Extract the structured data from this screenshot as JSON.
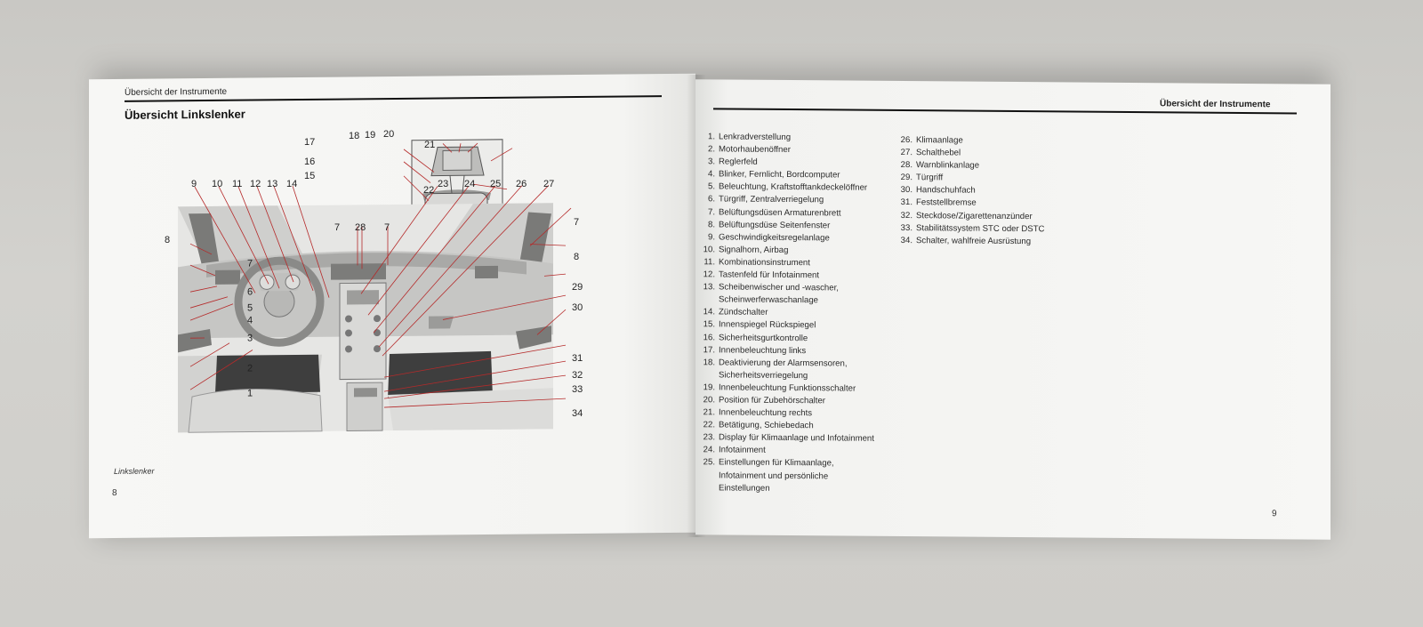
{
  "left_page": {
    "header": "Übersicht der Instrumente",
    "title": "Übersicht Linkslenker",
    "caption": "Linkslenker",
    "page_number": "8",
    "callouts": [
      "1",
      "2",
      "3",
      "3",
      "4",
      "5",
      "6",
      "7",
      "7",
      "7",
      "7",
      "8",
      "8",
      "9",
      "10",
      "11",
      "12",
      "13",
      "14",
      "15",
      "16",
      "17",
      "18",
      "19",
      "20",
      "21",
      "22",
      "23",
      "24",
      "25",
      "26",
      "27",
      "28",
      "29",
      "30",
      "31",
      "32",
      "33",
      "34"
    ]
  },
  "right_page": {
    "header": "Übersicht der Instrumente",
    "page_number": "9",
    "legend": [
      {
        "num": "1.",
        "text": "Lenkradverstellung"
      },
      {
        "num": "2.",
        "text": "Motorhaubenöffner"
      },
      {
        "num": "3.",
        "text": "Reglerfeld"
      },
      {
        "num": "4.",
        "text": "Blinker, Fernlicht, Bordcomputer"
      },
      {
        "num": "5.",
        "text": "Beleuchtung, Kraftstofftankdeckelöffner"
      },
      {
        "num": "6.",
        "text": "Türgriff, Zentralverriegelung"
      },
      {
        "num": "7.",
        "text": "Belüftungsdüsen Armaturenbrett"
      },
      {
        "num": "8.",
        "text": "Belüftungsdüse Seitenfenster"
      },
      {
        "num": "9.",
        "text": "Geschwindigkeitsregelanlage"
      },
      {
        "num": "10.",
        "text": "Signalhorn, Airbag"
      },
      {
        "num": "11.",
        "text": "Kombinationsinstrument"
      },
      {
        "num": "12.",
        "text": "Tastenfeld für Infotainment"
      },
      {
        "num": "13.",
        "text": "Scheibenwischer und -wascher,\nScheinwerferwaschanlage"
      },
      {
        "num": "14.",
        "text": "Zündschalter"
      },
      {
        "num": "15.",
        "text": "Innenspiegel Rückspiegel"
      },
      {
        "num": "16.",
        "text": "Sicherheitsgurtkontrolle"
      },
      {
        "num": "17.",
        "text": "Innenbeleuchtung links"
      },
      {
        "num": "18.",
        "text": "Deaktivierung der Alarmsensoren,\nSicherheitsverriegelung"
      },
      {
        "num": "19.",
        "text": "Innenbeleuchtung Funktionsschalter"
      },
      {
        "num": "20.",
        "text": "Position für Zubehörschalter"
      },
      {
        "num": "21.",
        "text": "Innenbeleuchtung rechts"
      },
      {
        "num": "22.",
        "text": "Betätigung, Schiebedach"
      },
      {
        "num": "23.",
        "text": "Display für Klimaanlage und Infotainment"
      },
      {
        "num": "24.",
        "text": "Infotainment"
      },
      {
        "num": "25.",
        "text": "Einstellungen für Klimaanlage,\nInfotainment und persönliche\nEinstellungen"
      }
    ],
    "legend2": [
      {
        "num": "26.",
        "text": "Klimaanlage"
      },
      {
        "num": "27.",
        "text": "Schalthebel"
      },
      {
        "num": "28.",
        "text": "Warnblinkanlage"
      },
      {
        "num": "29.",
        "text": "Türgriff"
      },
      {
        "num": "30.",
        "text": "Handschuhfach"
      },
      {
        "num": "31.",
        "text": "Feststellbremse"
      },
      {
        "num": "32.",
        "text": "Steckdose/Zigarettenanzünder"
      },
      {
        "num": "33.",
        "text": "Stabilitätssystem STC oder DSTC"
      },
      {
        "num": "34.",
        "text": "Schalter, wahlfreie Ausrüstung"
      }
    ]
  }
}
